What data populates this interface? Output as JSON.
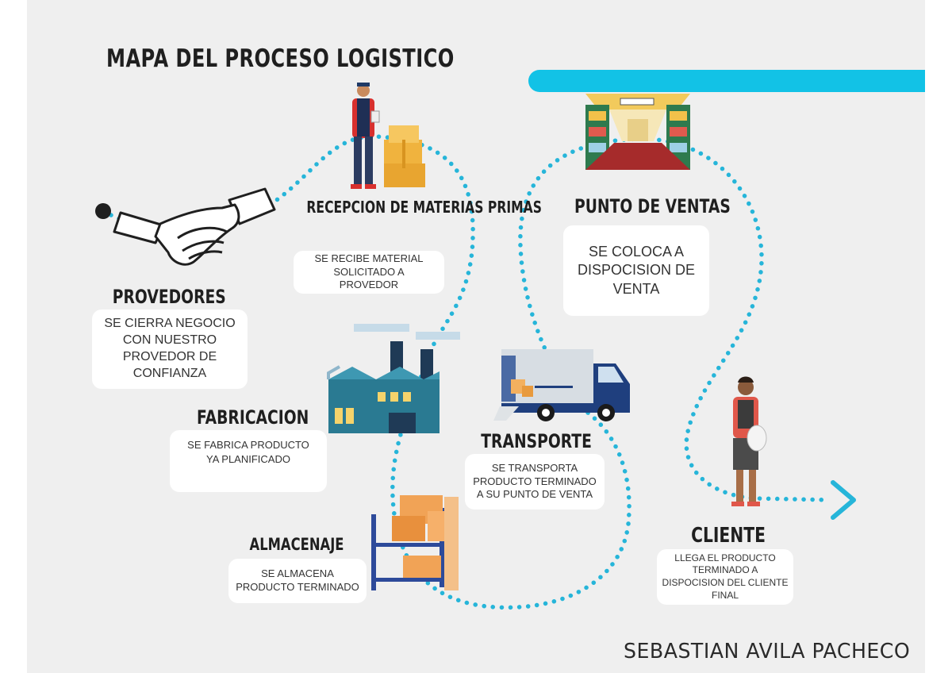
{
  "title": "MAPA DEL PROCESO LOGISTICO",
  "author": "SEBASTIAN AVILA PACHECO",
  "colors": {
    "path": "#26b5d9",
    "accent_bar": "#12c2e6",
    "background": "#efefef",
    "text": "#1f1f1f"
  },
  "steps": [
    {
      "heading": "PROVEDORES",
      "text": "SE CIERRA NEGOCIO\nCON NUESTRO\nPROVEDOR DE\nCONFIANZA",
      "icon": "handshake-icon"
    },
    {
      "heading": "RECEPCION DE MATERIAS\nPRIMAS",
      "text": "SE RECIBE  MATERIAL\nSOLICITADO A\nPROVEDOR",
      "icon": "worker-with-boxes-icon"
    },
    {
      "heading": "FABRICACION",
      "text": "SE FABRICA PRODUCTO\nYA PLANIFICADO",
      "icon": "factory-icon"
    },
    {
      "heading": "ALMACENAJE",
      "text": "SE ALMACENA\nPRODUCTO TERMINADO",
      "icon": "warehouse-shelf-icon"
    },
    {
      "heading": "TRANSPORTE",
      "text": "SE TRANSPORTA\nPRODUCTO TERMINADO\nA SU  PUNTO DE VENTA",
      "icon": "delivery-truck-icon"
    },
    {
      "heading": "PUNTO DE VENTAS",
      "text": "SE COLOCA A\nDISPOCISION DE\nVENTA",
      "icon": "store-aisle-icon"
    },
    {
      "heading": "CLIENTE",
      "text": "LLEGA EL PRODUCTO\nTERMINADO A\nDISPOCISION DEL CLIENTE\nFINAL",
      "icon": "customer-icon"
    }
  ]
}
